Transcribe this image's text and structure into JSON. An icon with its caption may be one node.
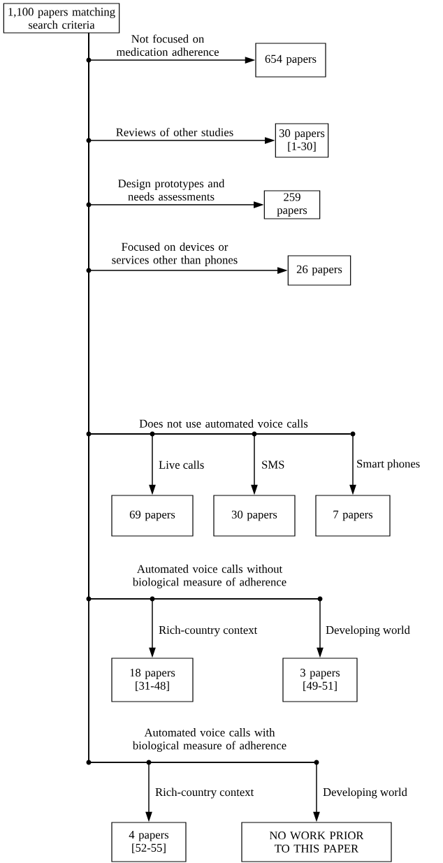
{
  "diagram": {
    "nodes": [
      {
        "text": [
          "1,100 papers matching search criteria"
        ]
      },
      {
        "text": [
          "654 papers"
        ]
      },
      {
        "text": [
          "30 papers [1-30]"
        ]
      },
      {
        "text": [
          "259 papers"
        ]
      },
      {
        "text": [
          "26 papers"
        ]
      },
      {
        "text": [
          "69 papers"
        ]
      },
      {
        "text": [
          "30 papers"
        ]
      },
      {
        "text": [
          "7 papers"
        ]
      },
      {
        "text": [
          "18 papers [31-48]"
        ]
      },
      {
        "text": [
          "3 papers [49-51]"
        ]
      },
      {
        "text": [
          "4 papers [52-55]"
        ]
      },
      {
        "text": [
          "NO WORK PRIOR TO THIS PAPER"
        ]
      }
    ],
    "edges": [
      {
        "from": 0,
        "to": 1,
        "arrow": "to",
        "label": "Not focused on medication adherence"
      },
      {
        "from": 0,
        "to": 2,
        "arrow": "to",
        "label": "Reviews of other studies"
      },
      {
        "from": 0,
        "to": 3,
        "arrow": "to",
        "label": "Design prototypes and needs assessments"
      },
      {
        "from": 0,
        "to": 4,
        "arrow": "to",
        "label": "Focused on devices or services other than phones"
      },
      {
        "from": 0,
        "to": 5,
        "arrow": "to",
        "label": "Live calls"
      },
      {
        "from": 0,
        "to": 6,
        "arrow": "to",
        "label": "SMS"
      },
      {
        "from": 0,
        "to": 7,
        "arrow": "to",
        "label": "Smart phones"
      },
      {
        "from": 0,
        "to": 8,
        "arrow": "to",
        "label": "Rich-country context"
      },
      {
        "from": 0,
        "to": 9,
        "arrow": "to",
        "label": "Developing world"
      },
      {
        "from": 0,
        "to": 10,
        "arrow": "to",
        "label": "Rich-country context"
      },
      {
        "from": 0,
        "to": 11,
        "arrow": "to",
        "label": "Developing world"
      }
    ],
    "labels": [
      "Does not use automated voice calls",
      "Automated voice calls without biological measure of adherence",
      "Automated voice calls with biological measure of adherence"
    ]
  }
}
